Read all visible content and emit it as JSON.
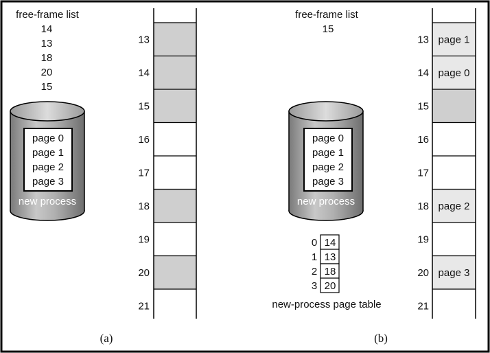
{
  "panel_a": {
    "free_frame_title": "free-frame list",
    "free_frames": [
      "14",
      "13",
      "18",
      "20",
      "15"
    ],
    "disk_pages": [
      "page 0",
      "page 1",
      "page 2",
      "page 3"
    ],
    "disk_label": "new process",
    "frame_numbers": [
      "13",
      "14",
      "15",
      "16",
      "17",
      "18",
      "19",
      "20",
      "21"
    ],
    "frame_contents": [
      "",
      "",
      "",
      "",
      "",
      "",
      "",
      "",
      ""
    ],
    "frame_free": [
      true,
      true,
      true,
      false,
      false,
      true,
      false,
      true,
      false
    ],
    "caption": "(a)"
  },
  "panel_b": {
    "free_frame_title": "free-frame list",
    "free_frames": [
      "15"
    ],
    "disk_pages": [
      "page 0",
      "page 1",
      "page 2",
      "page 3"
    ],
    "disk_label": "new process",
    "page_table": {
      "indices": [
        "0",
        "1",
        "2",
        "3"
      ],
      "frames": [
        "14",
        "13",
        "18",
        "20"
      ],
      "label": "new-process page table"
    },
    "frame_numbers": [
      "13",
      "14",
      "15",
      "16",
      "17",
      "18",
      "19",
      "20",
      "21"
    ],
    "frame_contents": [
      "page 1",
      "page 0",
      "",
      "",
      "",
      "page 2",
      "",
      "page 3",
      ""
    ],
    "frame_free": [
      false,
      false,
      true,
      false,
      false,
      false,
      false,
      false,
      false
    ],
    "frame_used": [
      true,
      true,
      false,
      false,
      false,
      true,
      false,
      true,
      false
    ],
    "caption": "(b)"
  },
  "colors": {
    "free_frame": "#cfcfcf",
    "used_frame": "#e8e8e8",
    "disk_body": "#a9a9a9",
    "disk_top": "#d4d4d4",
    "border": "#000000"
  }
}
